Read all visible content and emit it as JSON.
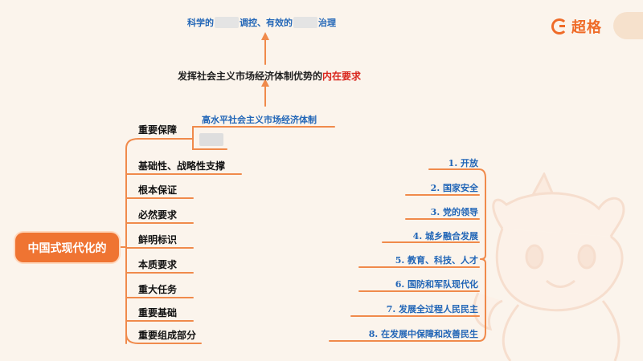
{
  "brand": {
    "name": "超格",
    "logo_icon": "brand-g-logo-icon",
    "accent": "#ef6b28"
  },
  "top_caption": {
    "part1": "科学的",
    "part2": "调控、有效的",
    "part3": "治理"
  },
  "mid_caption": {
    "prefix": "发挥社会主义市场经济体制优势的",
    "highlight": "内在要求"
  },
  "upper_line": "高水平社会主义市场经济体制",
  "center_node": "中国式现代化的",
  "branches": [
    "重要保障",
    "基础性、战略性支撑",
    "根本保证",
    "必然要求",
    "鲜明标识",
    "本质要求",
    "重大任务",
    "重要基础",
    "重要组成部分"
  ],
  "right_items": [
    "1. 开放",
    "2. 国家安全",
    "3. 党的领导",
    "4. 城乡融合发展",
    "5. 教育、科技、人才",
    "6. 国防和军队现代化",
    "7. 发展全过程人民民主",
    "8. 在发展中保障和改善民生"
  ],
  "colors": {
    "background": "#fbf4ec",
    "orange": "#ef7432",
    "blue": "#2266b7",
    "red": "#d9281f"
  }
}
